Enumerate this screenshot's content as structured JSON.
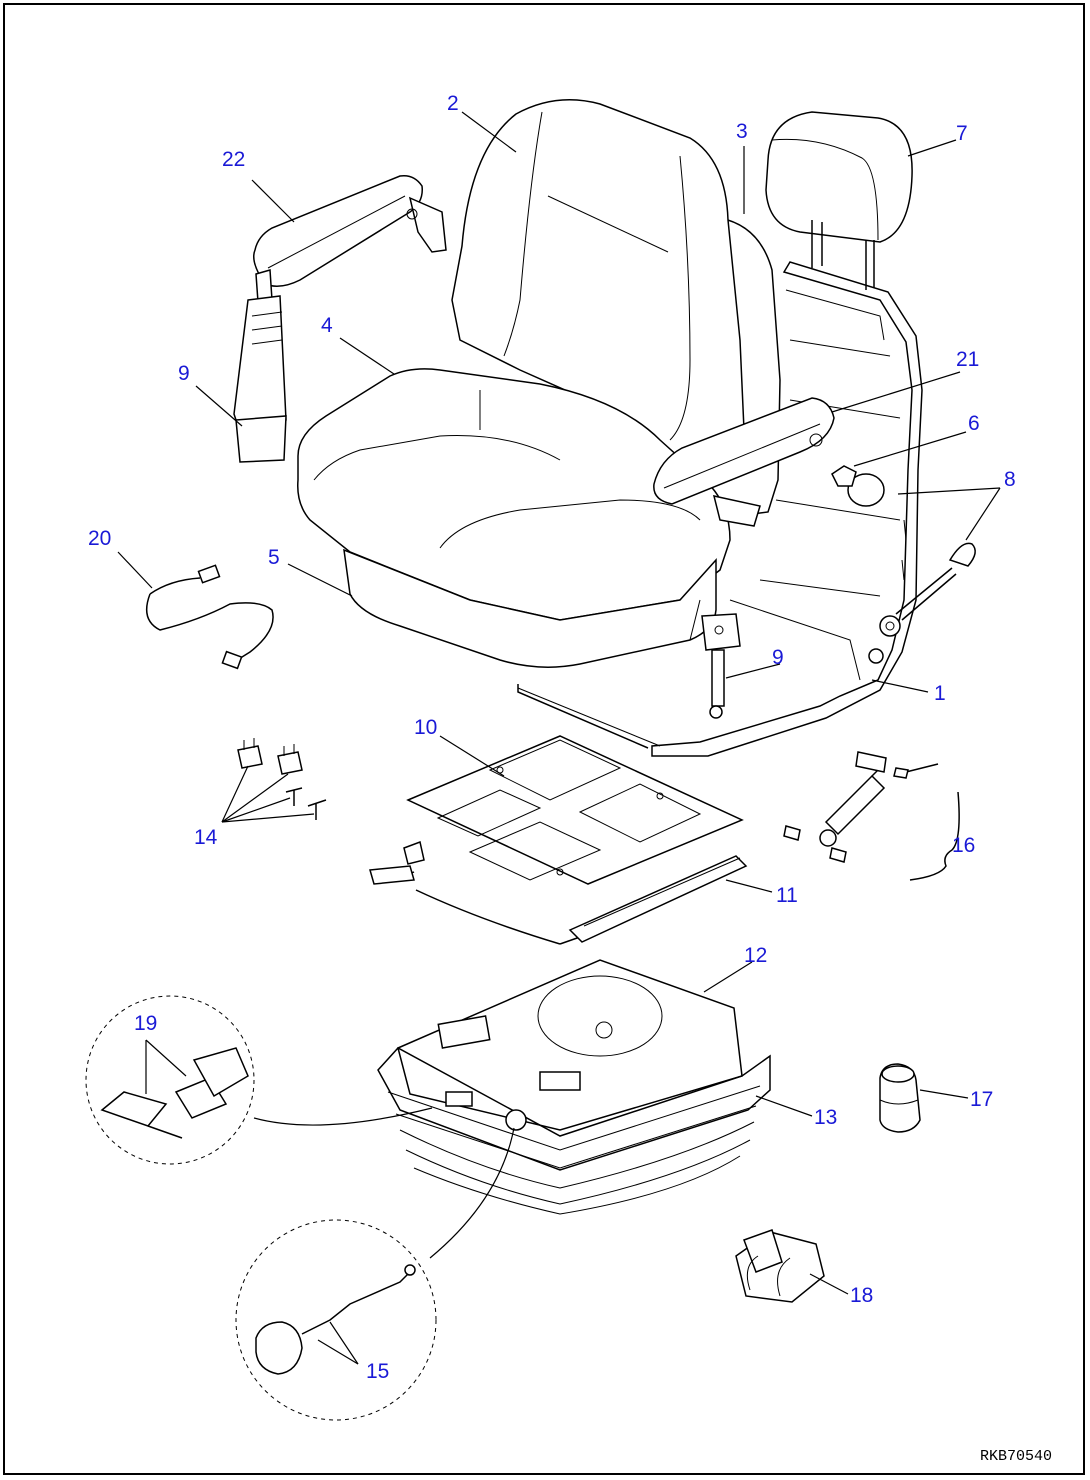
{
  "callouts": [
    {
      "id": "c1",
      "label": "1"
    },
    {
      "id": "c2",
      "label": "2"
    },
    {
      "id": "c3",
      "label": "3"
    },
    {
      "id": "c4",
      "label": "4"
    },
    {
      "id": "c5",
      "label": "5"
    },
    {
      "id": "c6",
      "label": "6"
    },
    {
      "id": "c7",
      "label": "7"
    },
    {
      "id": "c8",
      "label": "8"
    },
    {
      "id": "c9a",
      "label": "9"
    },
    {
      "id": "c9b",
      "label": "9"
    },
    {
      "id": "c10",
      "label": "10"
    },
    {
      "id": "c11",
      "label": "11"
    },
    {
      "id": "c12",
      "label": "12"
    },
    {
      "id": "c13",
      "label": "13"
    },
    {
      "id": "c14",
      "label": "14"
    },
    {
      "id": "c15",
      "label": "15"
    },
    {
      "id": "c16",
      "label": "16"
    },
    {
      "id": "c17",
      "label": "17"
    },
    {
      "id": "c18",
      "label": "18"
    },
    {
      "id": "c19",
      "label": "19"
    },
    {
      "id": "c20",
      "label": "20"
    },
    {
      "id": "c21",
      "label": "21"
    },
    {
      "id": "c22",
      "label": "22"
    }
  ],
  "drawing_code": "RKB70540"
}
